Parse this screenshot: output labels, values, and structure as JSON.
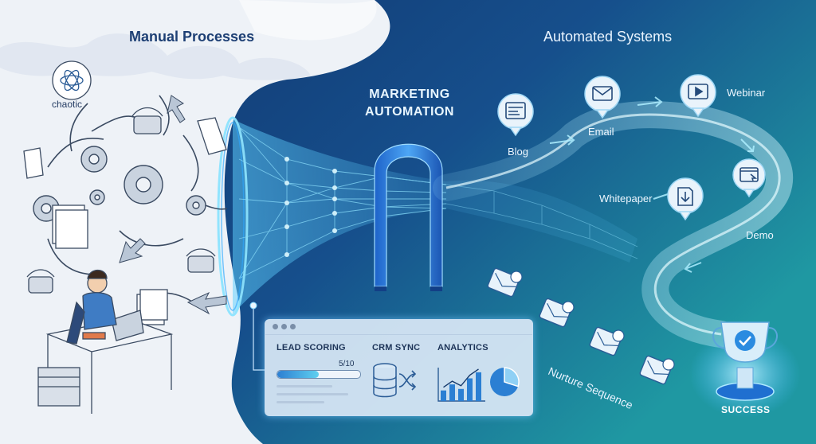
{
  "left_panel": {
    "title": "Manual Processes",
    "chaotic_label": "chaotic"
  },
  "center": {
    "title": "MARKETING AUTOMATION"
  },
  "right_panel": {
    "title": "Automated Systems",
    "channels": [
      {
        "label": "Blog",
        "icon": "blog-page-icon"
      },
      {
        "label": "Email",
        "icon": "envelope-icon"
      },
      {
        "label": "Webinar",
        "icon": "video-play-icon"
      },
      {
        "label": "Whitepaper",
        "icon": "download-document-icon"
      },
      {
        "label": "Demo",
        "icon": "browser-cursor-icon"
      }
    ],
    "sequence_label": "Nurture Sequence",
    "result_label": "SUCCESS"
  },
  "dashboard": {
    "lead_scoring_label": "LEAD SCORING",
    "lead_score_text": "5/10",
    "lead_score_fraction": 0.5,
    "crm_sync_label": "CRM SYNC",
    "analytics_label": "ANALYTICS",
    "analytics_bar_levels": [
      0.35,
      0.55,
      0.4,
      0.75,
      0.95
    ],
    "pie_fraction": 0.3
  },
  "colors": {
    "left_bg": "#eef2f7",
    "right_bg_dark": "#0e2d63",
    "right_bg_teal": "#1f9aa3",
    "glow": "#7fd8ff",
    "accent": "#2b7fd3"
  }
}
